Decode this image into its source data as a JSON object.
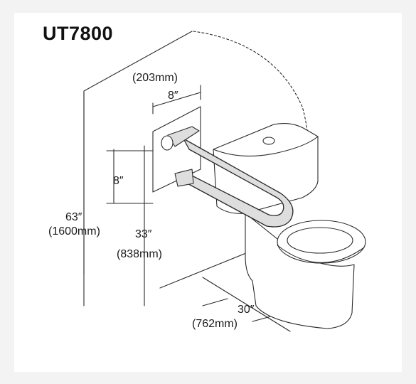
{
  "title": "UT7800",
  "dimensions": {
    "plate_width_mm": "(203mm)",
    "plate_width_in": "8″",
    "plate_height_in": "8″",
    "overall_height_in": "63″",
    "overall_height_mm": "(1600mm)",
    "bar_height_in": "33″",
    "bar_height_mm": "(838mm)",
    "depth_in": "30″",
    "depth_mm": "(762mm)"
  },
  "colors": {
    "line": "#2a2a2a",
    "bar_fill": "#dedede",
    "background": "#f3f3f3"
  }
}
